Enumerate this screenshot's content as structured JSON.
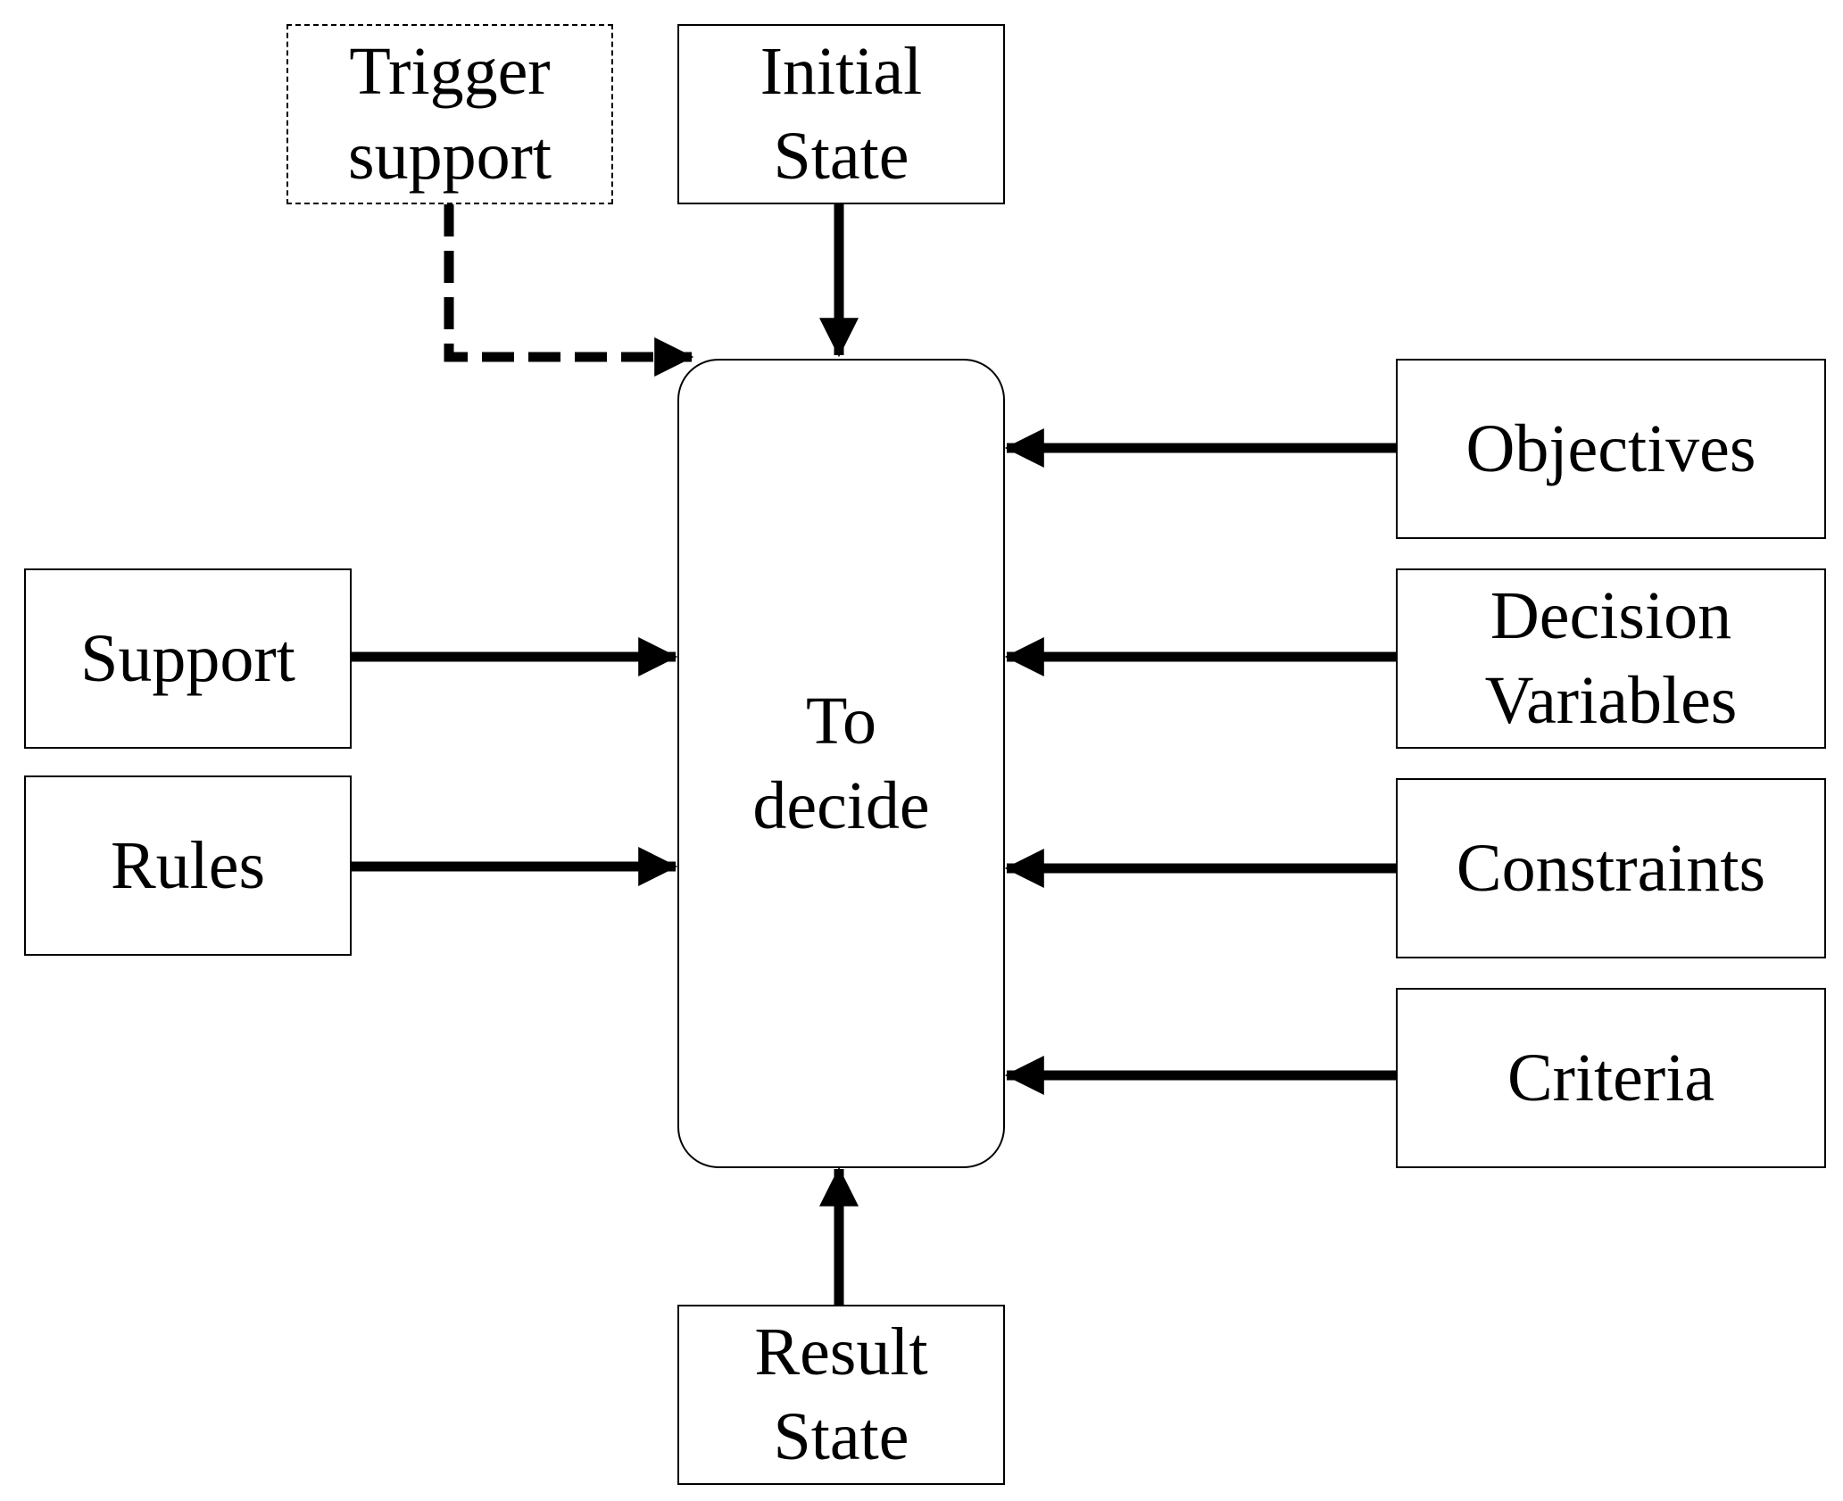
{
  "nodes": {
    "trigger_support": {
      "line1": "Trigger",
      "line2": "support"
    },
    "initial_state": {
      "line1": "Initial",
      "line2": "State"
    },
    "to_decide": {
      "line1": "To",
      "line2": "decide"
    },
    "support": {
      "label": "Support"
    },
    "rules": {
      "label": "Rules"
    },
    "objectives": {
      "label": "Objectives"
    },
    "decision_variables": {
      "line1": "Decision",
      "line2": "Variables"
    },
    "constraints": {
      "label": "Constraints"
    },
    "criteria": {
      "label": "Criteria"
    },
    "result_state": {
      "line1": "Result",
      "line2": "State"
    }
  },
  "edges": [
    {
      "from": "Trigger support",
      "to": "To decide",
      "style": "dashed"
    },
    {
      "from": "Initial State",
      "to": "To decide",
      "style": "solid"
    },
    {
      "from": "Support",
      "to": "To decide",
      "style": "solid"
    },
    {
      "from": "Rules",
      "to": "To decide",
      "style": "solid"
    },
    {
      "from": "Objectives",
      "to": "To decide",
      "style": "solid"
    },
    {
      "from": "Decision Variables",
      "to": "To decide",
      "style": "solid"
    },
    {
      "from": "Constraints",
      "to": "To decide",
      "style": "solid"
    },
    {
      "from": "Criteria",
      "to": "To decide",
      "style": "solid"
    },
    {
      "from": "Result State",
      "to": "To decide",
      "style": "solid"
    }
  ]
}
